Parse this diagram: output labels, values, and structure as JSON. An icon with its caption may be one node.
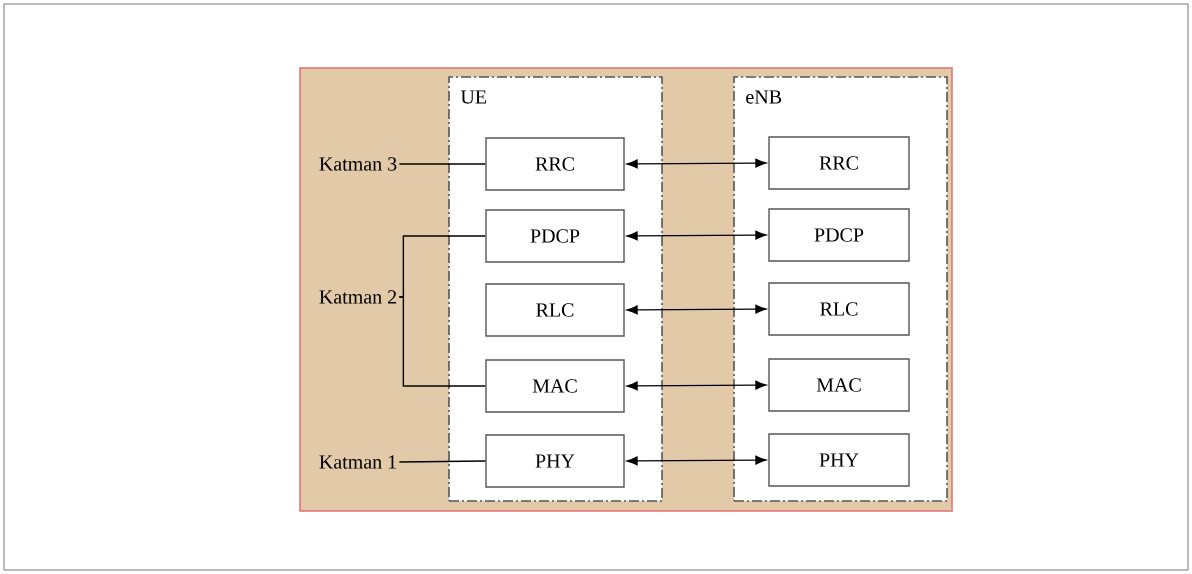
{
  "diagram": {
    "nodes": [
      {
        "text": [],
        "shape": "box"
      },
      {
        "text": [
          "UE"
        ],
        "in": 0
      },
      {
        "text": [
          "RRC"
        ],
        "in": 1
      },
      {
        "text": [
          "PDCP"
        ],
        "in": 1
      },
      {
        "text": [
          "RLC"
        ],
        "in": 1
      },
      {
        "text": [
          "MAC"
        ],
        "in": 1
      },
      {
        "text": [
          "PHY"
        ],
        "in": 1
      },
      {
        "text": [
          "eNB"
        ],
        "in": 0
      },
      {
        "text": [
          "RRC"
        ],
        "in": 7
      },
      {
        "text": [
          "PDCP"
        ],
        "in": 7
      },
      {
        "text": [
          "RLC"
        ],
        "in": 7
      },
      {
        "text": [
          "MAC"
        ],
        "in": 7
      },
      {
        "text": [
          "PHY"
        ],
        "in": 7
      },
      {
        "text": [
          "Katman 3"
        ],
        "in": 0
      },
      {
        "text": [
          "Katman 2"
        ],
        "in": 0
      },
      {
        "text": [
          "Katman 1"
        ],
        "in": 0
      }
    ],
    "edges": [
      {
        "from": 2,
        "to": 8,
        "arrow": "both"
      },
      {
        "from": 3,
        "to": 9,
        "arrow": "both"
      },
      {
        "from": 4,
        "to": 10,
        "arrow": "both"
      },
      {
        "from": 5,
        "to": 11,
        "arrow": "both"
      },
      {
        "from": 6,
        "to": 12,
        "arrow": "both"
      },
      {
        "from": 13,
        "to": 2,
        "arrow": "none"
      },
      {
        "from": 14,
        "to": 3,
        "arrow": "none"
      },
      {
        "from": 14,
        "to": 5,
        "arrow": "none"
      },
      {
        "from": 15,
        "to": 6,
        "arrow": "none"
      }
    ]
  }
}
